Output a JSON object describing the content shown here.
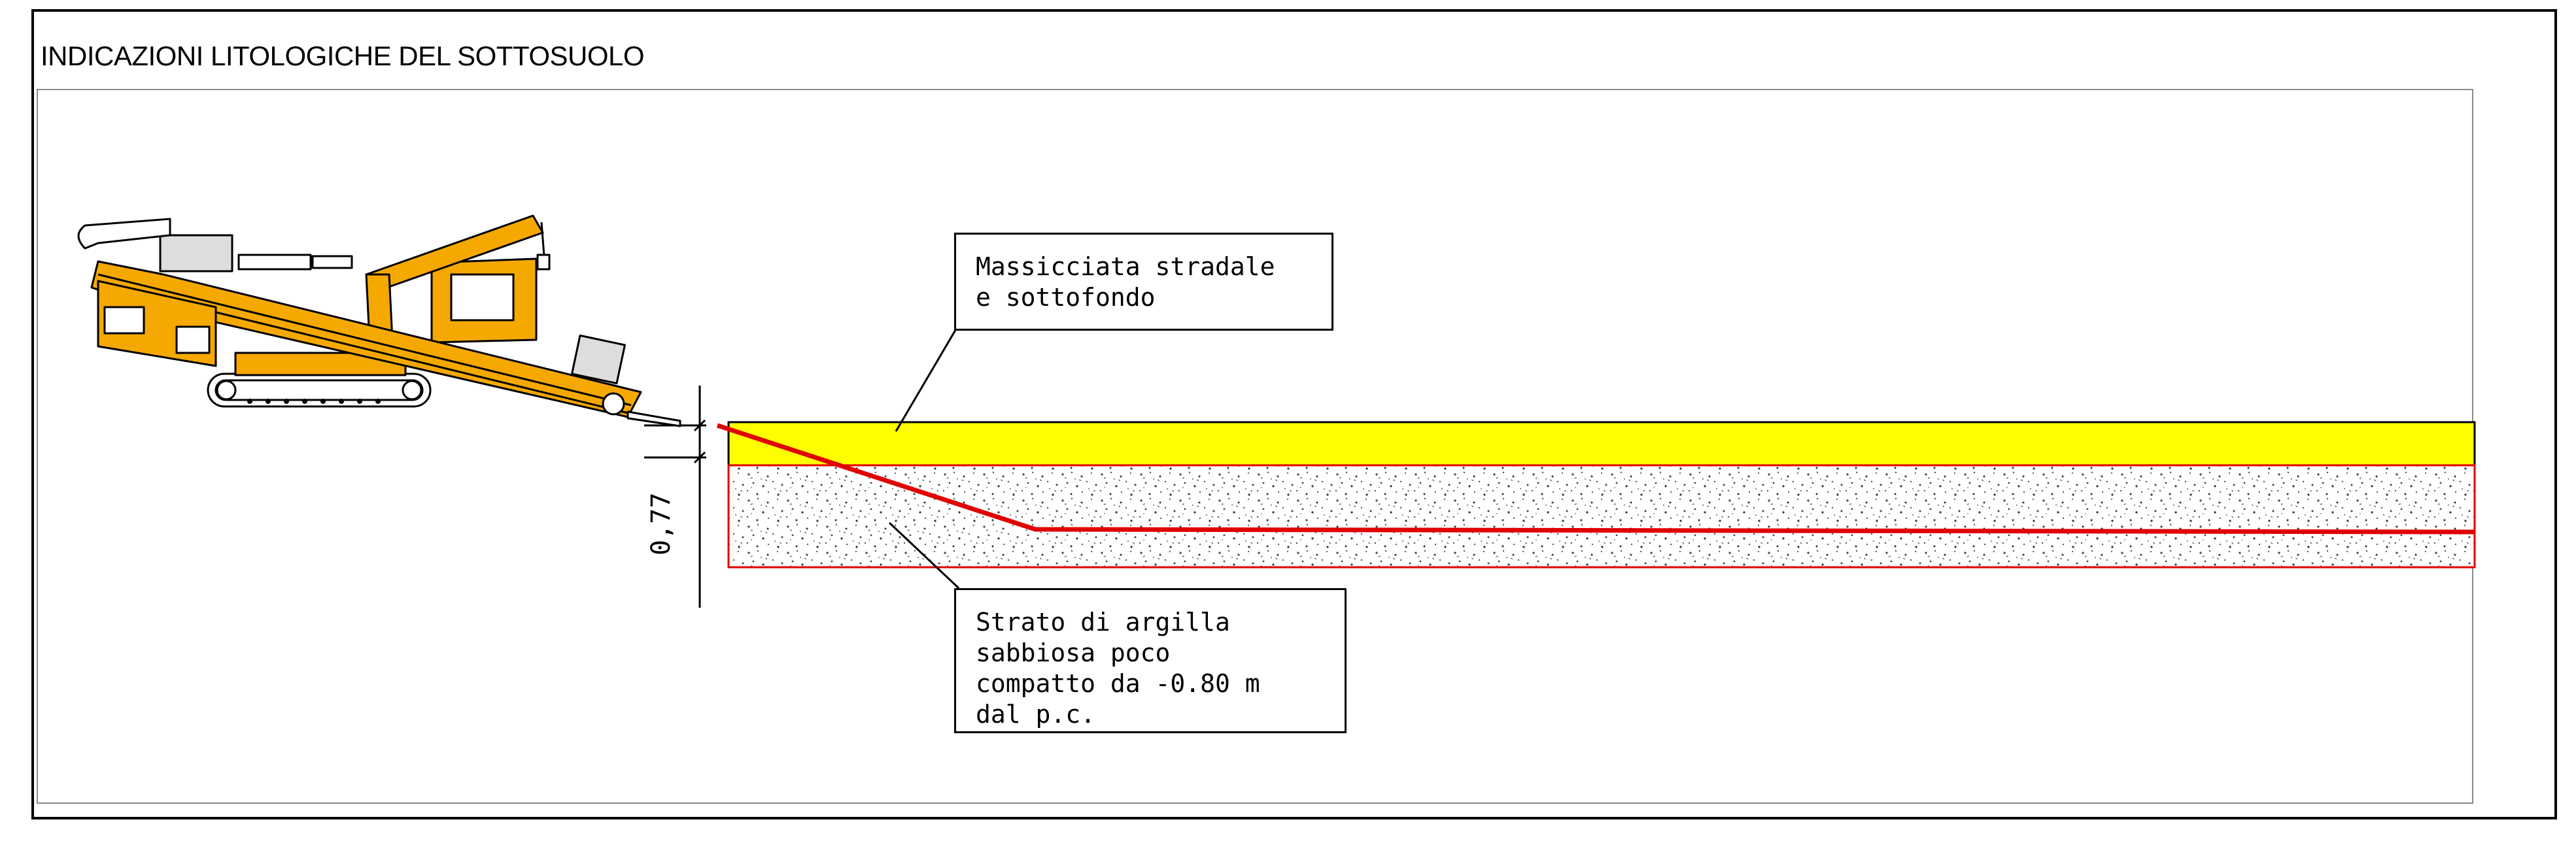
{
  "title": "INDICAZIONI LITOLOGICHE DEL SOTTOSUOLO",
  "labels": {
    "road_layer": "Massicciata stradale\ne sottofondo",
    "clay_layer": "Strato di argilla\nsabbiosa poco\ncompatto da -0.80 m\ndal p.c."
  },
  "dimension": {
    "depth": "0,77"
  },
  "colors": {
    "road_fill": "#ffff00",
    "drill_path": "#e00000",
    "soil_border": "#e00000",
    "machine_body": "#f5a800",
    "frame": "#000000"
  },
  "icons": {
    "machine": "directional-drilling-rig-icon"
  }
}
